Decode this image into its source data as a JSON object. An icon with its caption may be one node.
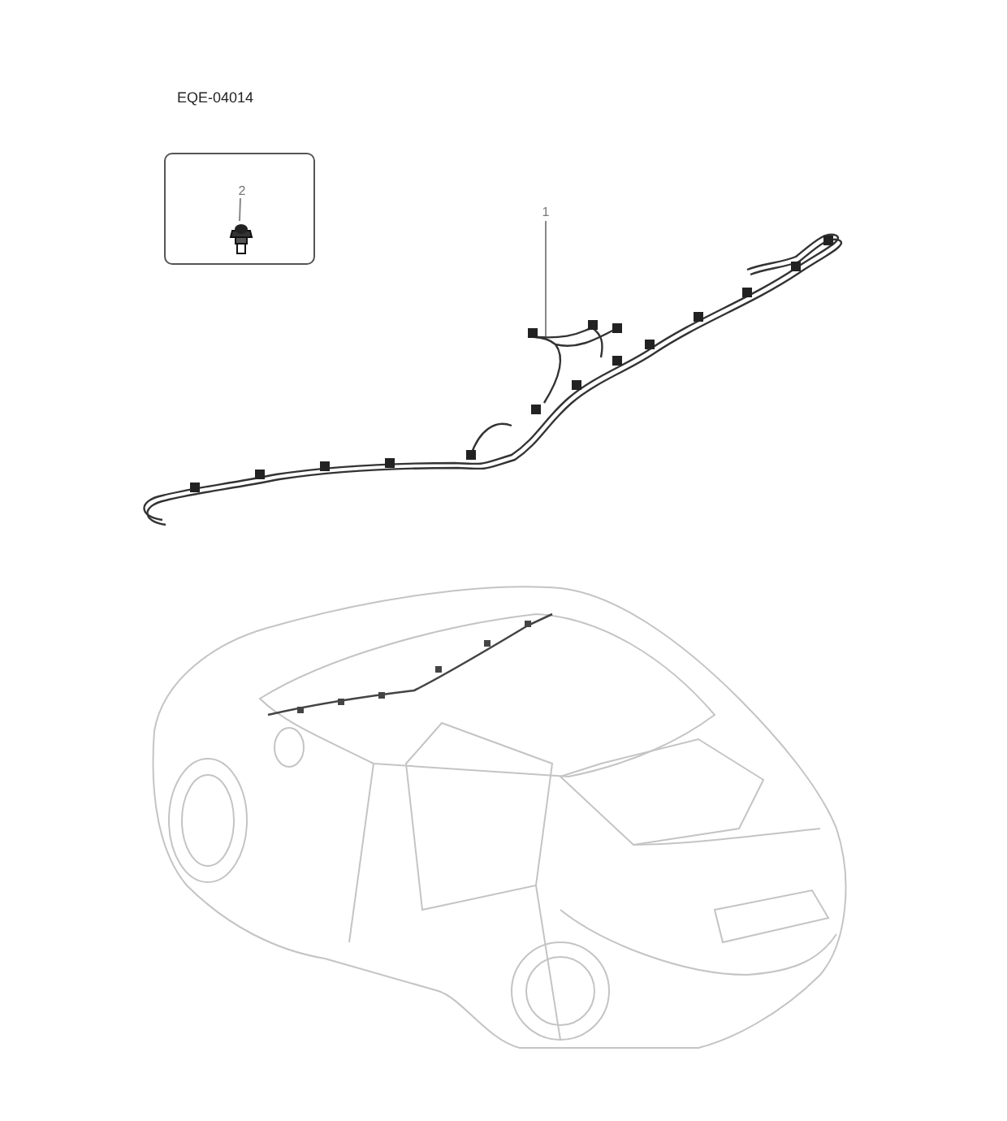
{
  "diagram": {
    "nodes": [
      {
        "text": [],
        "shape": "box"
      },
      {
        "text": [
          "2"
        ],
        "in": 0
      },
      {
        "text": [],
        "shape": "picture",
        "in": 0
      },
      {
        "text": [
          "1"
        ]
      },
      {
        "text": [],
        "shape": "picture"
      }
    ],
    "edges": [
      {
        "from": 1,
        "to": 2,
        "arrow": "none"
      },
      {
        "from": 3,
        "to": 4,
        "arrow": "none"
      }
    ],
    "labels": [
      "EQE-04014"
    ]
  }
}
